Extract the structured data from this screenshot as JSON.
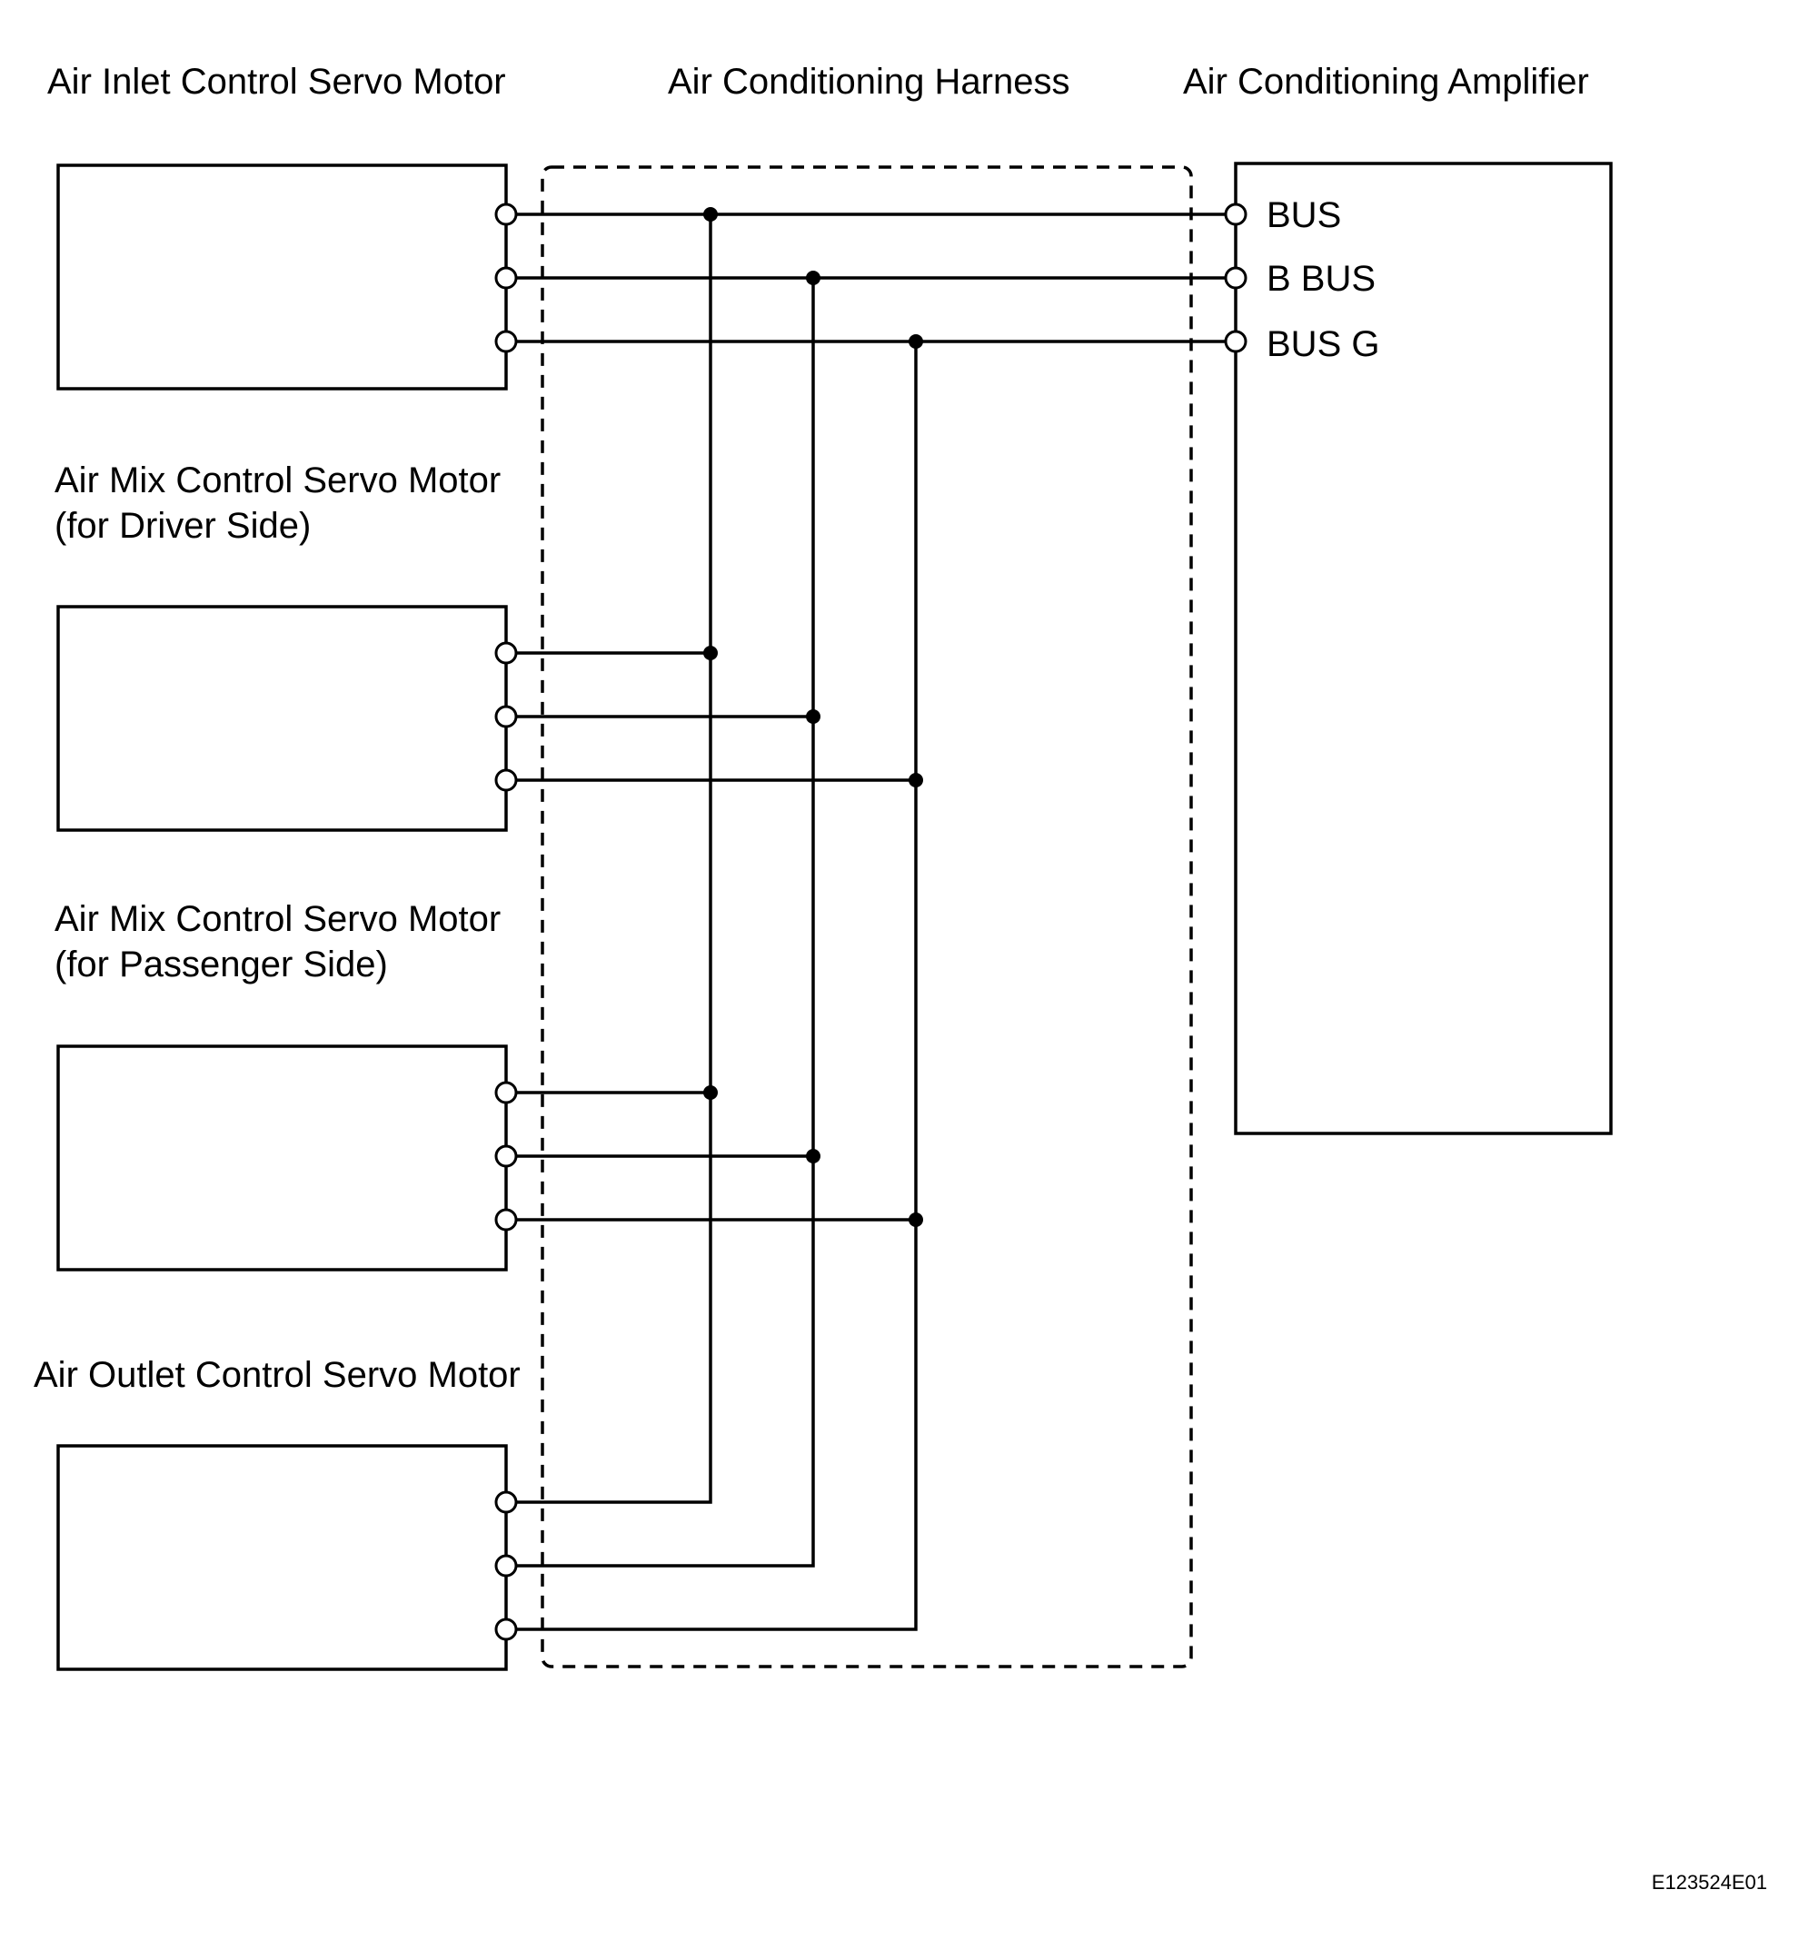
{
  "labels": {
    "inlet_motor": "Air Inlet Control Servo Motor",
    "harness": "Air Conditioning Harness",
    "amplifier": "Air Conditioning Amplifier",
    "mix_driver_line1": "Air Mix Control Servo Motor",
    "mix_driver_line2": "(for Driver Side)",
    "mix_passenger_line1": "Air Mix Control Servo Motor",
    "mix_passenger_line2": "(for Passenger Side)",
    "outlet_motor": "Air Outlet Control Servo Motor"
  },
  "pins": {
    "bus": "BUS",
    "b_bus": "B BUS",
    "bus_g": "BUS G"
  },
  "figure_code": "E123524E01"
}
